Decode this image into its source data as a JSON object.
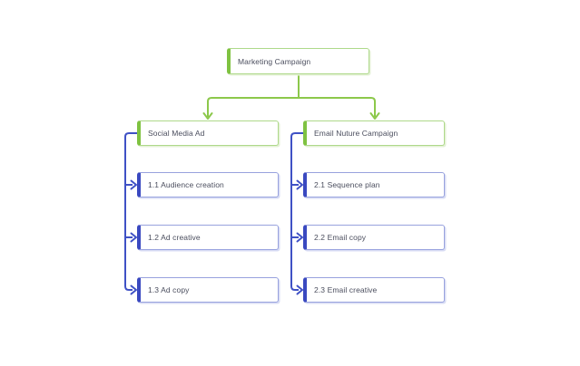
{
  "diagram": {
    "root": {
      "label": "Marketing Campaign"
    },
    "branches": [
      {
        "title": "Social Media Ad",
        "items": [
          "1.1 Audience creation",
          "1.2 Ad creative",
          "1.3 Ad copy"
        ]
      },
      {
        "title": "Email Nuture Campaign",
        "items": [
          "2.1 Sequence plan",
          "2.2 Email copy",
          "2.3 Email creative"
        ]
      }
    ]
  },
  "theme": {
    "background": "#ffffff",
    "green_bar": "#7fc241",
    "green_border": "#aed98a",
    "green_line": "#8cc84b",
    "green_shadow": "#e4f1d6",
    "blue_bar": "#3a49c0",
    "blue_border": "#98a2de",
    "blue_line": "#3f51c5",
    "blue_shadow": "#d9ddf4",
    "text": "#4b4e5e"
  }
}
